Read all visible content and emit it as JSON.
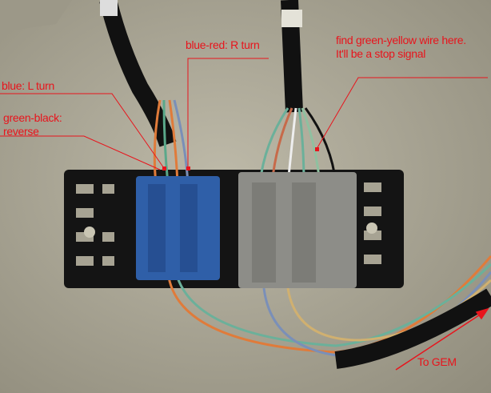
{
  "annotations": {
    "right_turn": "blue-red: R turn",
    "left_turn": "blue: L turn",
    "reverse_line1": "green-black:",
    "reverse_line2": "reverse",
    "stop_line1": "find green-yellow wire here.",
    "stop_line2": "It'll be a stop signal",
    "to_gem": "To GEM"
  },
  "colors": {
    "annotation": "#e8141c",
    "blue_connector": "#2f5fa8",
    "gray_connector": "#8d8d88",
    "background": "#a9a594"
  }
}
